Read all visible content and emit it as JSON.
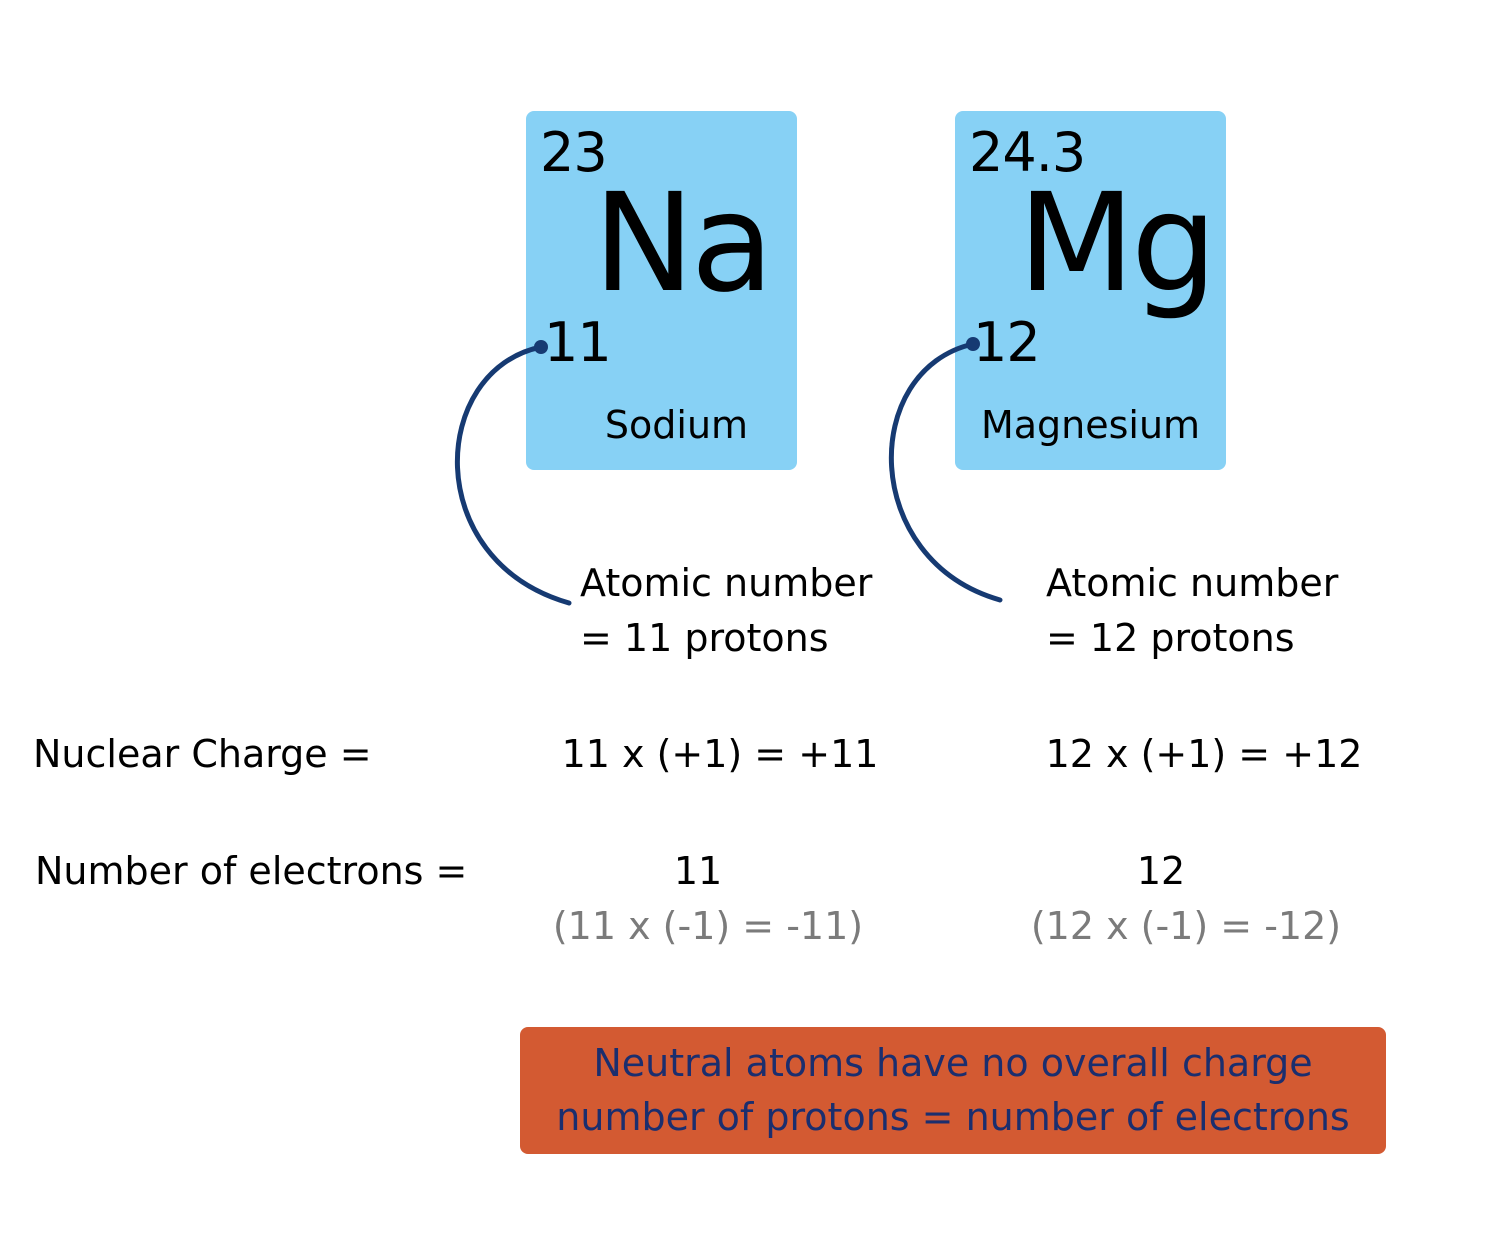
{
  "colors": {
    "tile": "#87d1f5",
    "connector": "#163a72",
    "callout_bg": "#d35a32",
    "callout_text": "#1b2e6e",
    "muted_text": "#7b7b7b",
    "text": "#000000"
  },
  "elements": [
    {
      "mass": "23",
      "symbol": "Na",
      "atomic_number": "11",
      "name": "Sodium",
      "annotation": [
        "Atomic number",
        "= 11 protons"
      ],
      "nuclear_charge": "11 x (+1) = +11",
      "electrons": "11",
      "electron_charge": "(11 x (-1) = -11)"
    },
    {
      "mass": "24.3",
      "symbol": "Mg",
      "atomic_number": "12",
      "name": "Magnesium",
      "annotation": [
        "Atomic number",
        "= 12 protons"
      ],
      "nuclear_charge": "12 x (+1) = +12",
      "electrons": "12",
      "electron_charge": "(12 x (-1) = -12)"
    }
  ],
  "row_labels": {
    "nuclear_charge": "Nuclear Charge =",
    "electrons": "Number of electrons ="
  },
  "callout": {
    "lines": [
      "Neutral atoms have no overall charge",
      "number of protons = number of electrons"
    ]
  }
}
